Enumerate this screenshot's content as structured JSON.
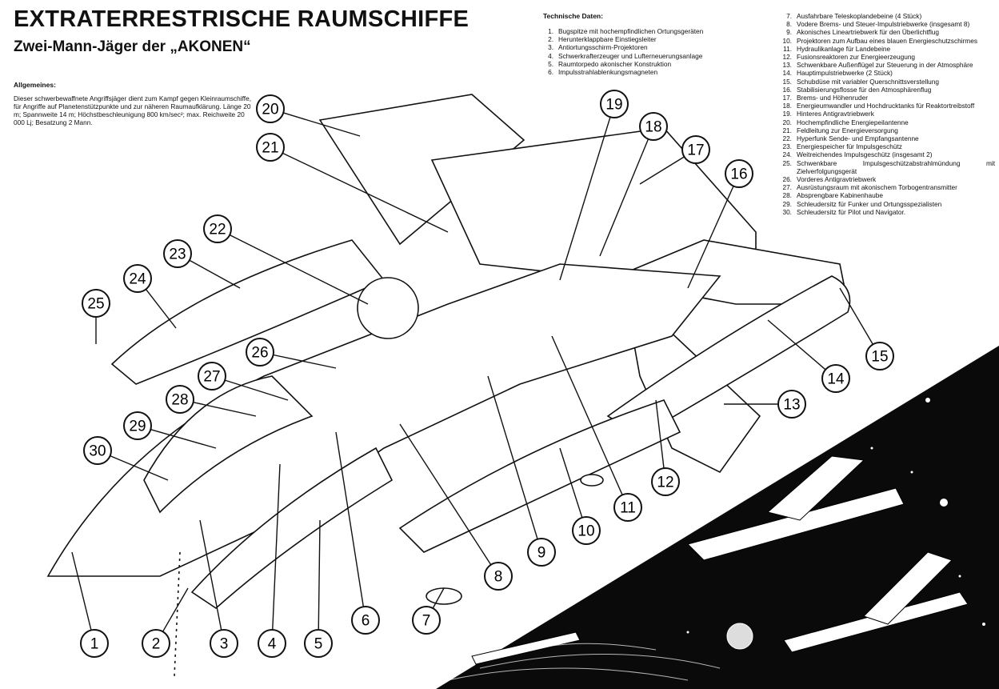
{
  "header": {
    "title": "EXTRATERRESTRISCHE RAUMSCHIFFE",
    "subtitle": "Zwei-Mann-Jäger der „AKONEN“"
  },
  "general": {
    "heading": "Allgemeines:",
    "text": "Dieser schwerbewaffnete Angriffsjäger dient zum Kampf gegen Kleinraumschiffe, für Angriffe auf Planetenstützpunkte und zur näheren Raumaufklärung. Länge 20 m; Spannweite 14 m; Höchstbeschleunigung 800 km/sec²; max. Reichweite 20 000 Lj; Besatzung 2 Mann."
  },
  "technical": {
    "heading": "Technische Daten:",
    "items": [
      {
        "n": "1.",
        "t": "Bugspitze mit hochempfindlichen Ortungsgeräten"
      },
      {
        "n": "2.",
        "t": "Herunterklappbare Einstiegsleiter"
      },
      {
        "n": "3.",
        "t": "Antiortungsschirm-Projektoren"
      },
      {
        "n": "4.",
        "t": "Schwerkrafterzeuger und Lufterneuerungsanlage"
      },
      {
        "n": "5.",
        "t": "Raumtorpedo akonischer Konstruktion"
      },
      {
        "n": "6.",
        "t": "Impulsstrahlablenkungsmagneten"
      },
      {
        "n": "7.",
        "t": "Ausfahrbare Teleskoplandebeine (4 Stück)"
      },
      {
        "n": "8.",
        "t": "Vodere Brems- und Steuer-Impulstriebwerke (insgesamt 8)"
      },
      {
        "n": "9.",
        "t": "Akonisches Lineartriebwerk für den Überlichtflug"
      },
      {
        "n": "10.",
        "t": "Projektoren zum Aufbau eines blauen Energieschutzschirmes"
      },
      {
        "n": "11.",
        "t": "Hydraulikanlage für Landebeine"
      },
      {
        "n": "12.",
        "t": "Fusionsreaktoren zur Energieerzeugung"
      },
      {
        "n": "13.",
        "t": "Schwenkbare Außenflügel zur Steuerung in der Atmosphäre"
      },
      {
        "n": "14.",
        "t": "Hauptimpulstriebwerke (2 Stück)"
      },
      {
        "n": "15.",
        "t": "Schubdüse mit variabler Querschnittsverstellung"
      },
      {
        "n": "16.",
        "t": "Stabilisierungsflosse für den Atmosphärenflug"
      },
      {
        "n": "17.",
        "t": "Brems- und Höhenruder"
      },
      {
        "n": "18.",
        "t": "Energieumwandler und Hochdrucktanks für Reaktortreibstoff"
      },
      {
        "n": "19.",
        "t": "Hinteres Antigravtriebwerk"
      },
      {
        "n": "20.",
        "t": "Hochempfindliche Energiepeilantenne"
      },
      {
        "n": "21.",
        "t": "Feldleitung zur Energieversorgung"
      },
      {
        "n": "22.",
        "t": "Hyperfunk Sende- und Empfangsantenne"
      },
      {
        "n": "23.",
        "t": "Energiespeicher für Impulsgeschütz"
      },
      {
        "n": "24.",
        "t": "Weitreichendes Impulsgeschütz (insgesamt 2)"
      },
      {
        "n": "25.",
        "t": "Schwenkbare Impulsgeschützabstrahlmündung mit Zielverfolgungsgerät"
      },
      {
        "n": "26.",
        "t": "Vorderes Antigravtriebwerk"
      },
      {
        "n": "27.",
        "t": "Ausrüstungsraum mit akonischem Torbogentransmitter"
      },
      {
        "n": "28.",
        "t": "Absprengbare Kabinenhaube"
      },
      {
        "n": "29.",
        "t": "Schleudersitz für Funker und Ortungsspezialisten"
      },
      {
        "n": "30.",
        "t": "Schleudersitz für Pilot und Navigator."
      }
    ]
  },
  "callouts": [
    "1",
    "2",
    "3",
    "4",
    "5",
    "6",
    "7",
    "8",
    "9",
    "10",
    "11",
    "12",
    "13",
    "14",
    "15",
    "16",
    "17",
    "18",
    "19",
    "20",
    "21",
    "22",
    "23",
    "24",
    "25",
    "26",
    "27",
    "28",
    "29",
    "30"
  ],
  "colors": {
    "ink": "#111111",
    "paper": "#ffffff",
    "space": "#0a0a0a"
  }
}
